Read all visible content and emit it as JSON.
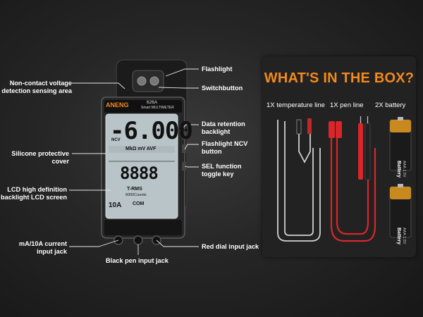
{
  "device": {
    "brand": "ANENG",
    "model": "626A",
    "model_sub": "Smart MULTIMETER",
    "lcd_main": "-6.000",
    "lcd_sub": "8888",
    "lcd_units": "MkΩ mV AVF",
    "lcd_trms": "T-RMS",
    "lcd_counts": "6000Counts",
    "jack_10a": "10A",
    "jack_com": "COM",
    "lcd_ncv": "NCV"
  },
  "callouts": [
    {
      "id": "non-contact",
      "text": "Non-contact voltage\ndetection sensing area"
    },
    {
      "id": "silicone",
      "text": "Silicone protective\ncover"
    },
    {
      "id": "lcd",
      "text": "LCD high definition\nbacklight LCD screen"
    },
    {
      "id": "ma10a",
      "text": "mA/10A current\ninput jack"
    },
    {
      "id": "black-pen",
      "text": "Black pen input jack"
    },
    {
      "id": "red-dial",
      "text": "Red dial input jack"
    },
    {
      "id": "flashlight",
      "text": "Flashlight"
    },
    {
      "id": "switchbutton",
      "text": "Switchbutton"
    },
    {
      "id": "data-retention",
      "text": "Data retention\nbacklight"
    },
    {
      "id": "flashlight-ncv",
      "text": "Flashlight NCV\nbutton"
    },
    {
      "id": "sel",
      "text": "SEL function\ntoggle key"
    }
  ],
  "box": {
    "title": "WHAT'S IN THE BOX?",
    "items": [
      {
        "label": "1X temperature line"
      },
      {
        "label": "1X pen line"
      },
      {
        "label": "2X battery"
      }
    ],
    "battery_text": "AAA 1.5V\nBattery"
  },
  "colors": {
    "accent": "#f28a1c",
    "lead_red": "#d8262a",
    "battery_gold": "#c8891f"
  }
}
